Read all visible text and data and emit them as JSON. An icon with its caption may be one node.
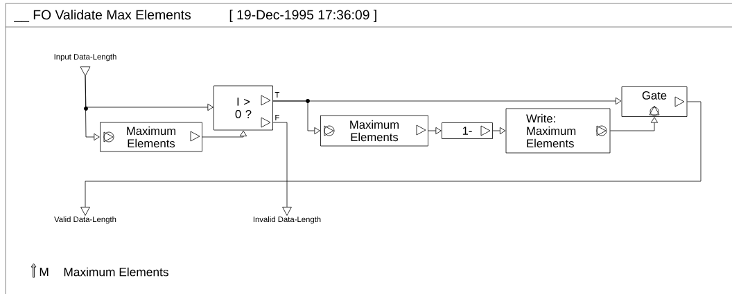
{
  "diagram": {
    "title": "__ FO Validate Max Elements",
    "nodes": [
      {
        "text": [
          "Input Data-Length"
        ]
      },
      {
        "text": [
          "Maximum Elements"
        ]
      },
      {
        "text": [
          "I > 0 ?"
        ],
        "beside": [
          "T",
          "F"
        ]
      },
      {
        "text": [
          "Maximum Elements"
        ]
      },
      {
        "text": [
          "1-"
        ]
      },
      {
        "text": [
          "Write: Maximum Elements"
        ]
      },
      {
        "text": [
          "Gate"
        ]
      },
      {
        "text": [
          "Valid Data-Length"
        ]
      },
      {
        "text": [
          "Invalid Data-Length"
        ]
      }
    ],
    "edges": [
      {
        "from": 0,
        "to": 2,
        "arrow": "to"
      },
      {
        "from": 0,
        "to": 1,
        "arrow": "to"
      },
      {
        "from": 1,
        "to": 2,
        "arrow": "to"
      },
      {
        "from": 2,
        "to": 6,
        "arrow": "to"
      },
      {
        "from": 2,
        "to": 3,
        "arrow": "to"
      },
      {
        "from": 3,
        "to": 4,
        "arrow": "to"
      },
      {
        "from": 4,
        "to": 5,
        "arrow": "to"
      },
      {
        "from": 5,
        "to": 6,
        "arrow": "to"
      },
      {
        "from": 6,
        "to": 7,
        "arrow": "to"
      },
      {
        "from": 2,
        "to": 8,
        "arrow": "to"
      }
    ],
    "labels": [
      "[ 19-Dec-1995 17:36:09 ]",
      "M",
      "Maximum Elements"
    ]
  }
}
